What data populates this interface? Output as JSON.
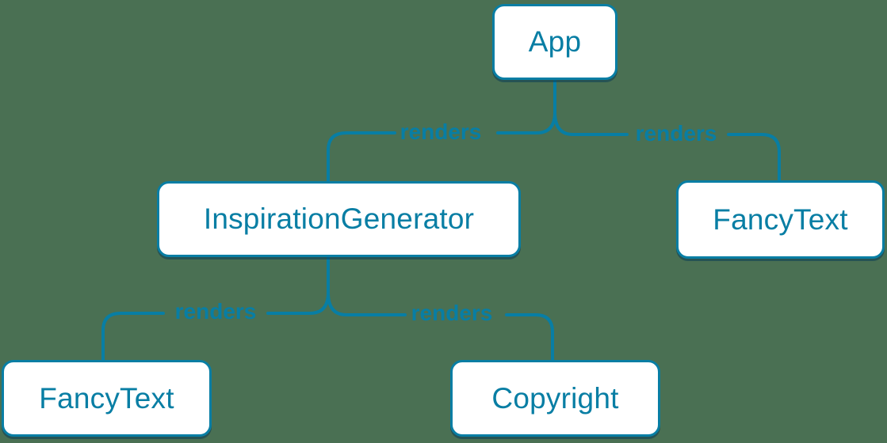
{
  "colors": {
    "background": "#4A7053",
    "accent": "#087EA4",
    "node_bg": "#FFFFFF",
    "node_shadow": "rgba(9, 61, 86, 0.55)"
  },
  "nodes": [
    {
      "id": "app",
      "label": "App"
    },
    {
      "id": "inspiration-generator",
      "label": "InspirationGenerator"
    },
    {
      "id": "fancy-text-right",
      "label": "FancyText"
    },
    {
      "id": "fancy-text-left",
      "label": "FancyText"
    },
    {
      "id": "copyright",
      "label": "Copyright"
    }
  ],
  "edges": [
    {
      "from": "app",
      "to": "inspiration-generator",
      "label": "renders"
    },
    {
      "from": "app",
      "to": "fancy-text-right",
      "label": "renders"
    },
    {
      "from": "inspiration-generator",
      "to": "fancy-text-left",
      "label": "renders"
    },
    {
      "from": "inspiration-generator",
      "to": "copyright",
      "label": "renders"
    }
  ]
}
